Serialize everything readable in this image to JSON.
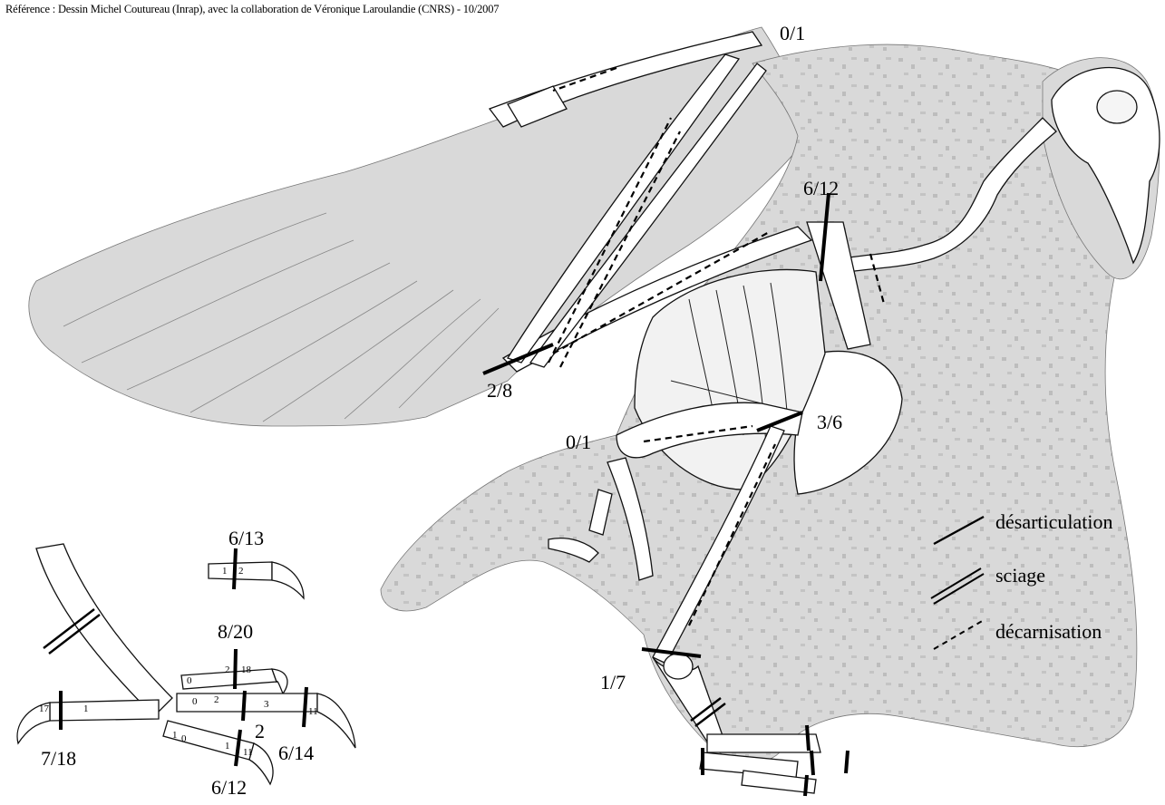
{
  "reference": "Référence : Dessin Michel Coutureau (Inrap), avec la collaboration de Véronique Laroulandie (CNRS) - 10/2007",
  "labels": {
    "wing_tip": "0/1",
    "shoulder": "6/12",
    "elbow": "2/8",
    "hip": "0/1",
    "pelvis": "3/6",
    "knee": "1/7",
    "claw_top": "6/13",
    "claw_mid": "8/20",
    "foot_left": "7/18",
    "foot_center": "2",
    "foot_right": "6/14",
    "foot_bottom": "6/12"
  },
  "phalanx_numbers": {
    "a": "1",
    "b": "2",
    "c": "0",
    "d": "2",
    "e": "18",
    "f": "0",
    "g": "2",
    "h": "3",
    "i": "11",
    "j": "17",
    "k": "1",
    "l": "1",
    "m": "0",
    "n": "1",
    "o": "11"
  },
  "legend": {
    "items": [
      {
        "label": "désarticulation",
        "style": "single"
      },
      {
        "label": "sciage",
        "style": "double"
      },
      {
        "label": "décarnisation",
        "style": "dashed"
      }
    ]
  },
  "colors": {
    "feather_fill": "#d9d9d9",
    "feather_mottle": "#bdbdbd",
    "bone_fill": "#ffffff",
    "outline": "#111111",
    "cut_mark": "#000000"
  }
}
